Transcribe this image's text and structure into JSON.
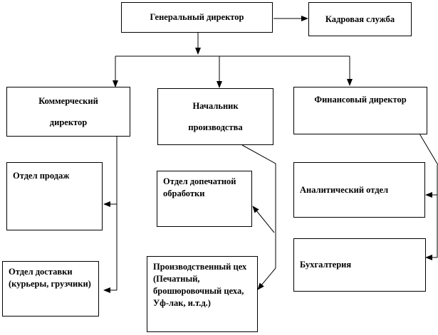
{
  "nodes": {
    "ceo": "Генеральный директор",
    "hr": "Кадровая служба",
    "commercial": "Коммерческий директор",
    "production": "Начальник производства",
    "finance": "Финансовый директор",
    "sales": "Отдел продаж",
    "delivery": "Отдел доставки (курьеры, грузчики)",
    "prepress": "Отдел допечатной обработки",
    "workshop": "Производственный цех (Печатный, брошюровочный цеха, Уф-лак, и.т.д.)",
    "analytics": "Аналитический отдел",
    "accounting": "Бухгалтерия"
  }
}
